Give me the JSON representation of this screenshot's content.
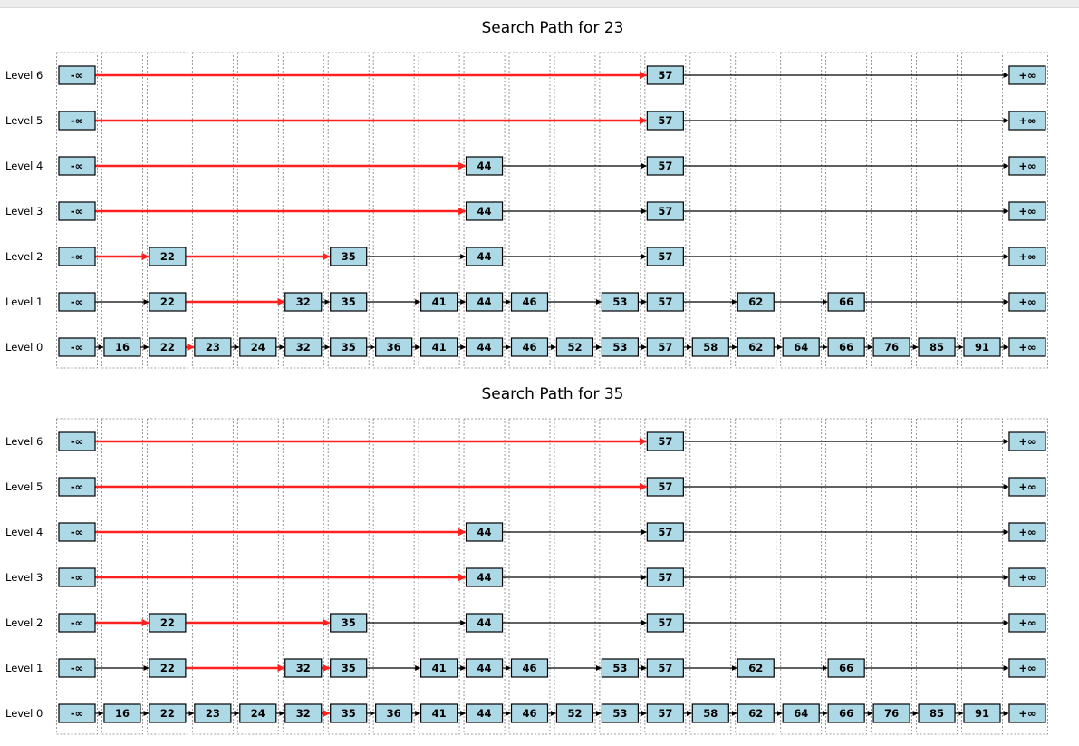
{
  "columns": [
    "-∞",
    "16",
    "22",
    "23",
    "24",
    "32",
    "35",
    "36",
    "41",
    "44",
    "46",
    "52",
    "53",
    "57",
    "58",
    "62",
    "64",
    "66",
    "76",
    "85",
    "91",
    "+∞"
  ],
  "levels": [
    {
      "label": "Level 6",
      "keys": [
        "-∞",
        "57",
        "+∞"
      ]
    },
    {
      "label": "Level 5",
      "keys": [
        "-∞",
        "57",
        "+∞"
      ]
    },
    {
      "label": "Level 4",
      "keys": [
        "-∞",
        "44",
        "57",
        "+∞"
      ]
    },
    {
      "label": "Level 3",
      "keys": [
        "-∞",
        "44",
        "57",
        "+∞"
      ]
    },
    {
      "label": "Level 2",
      "keys": [
        "-∞",
        "22",
        "35",
        "44",
        "57",
        "+∞"
      ]
    },
    {
      "label": "Level 1",
      "keys": [
        "-∞",
        "22",
        "32",
        "35",
        "41",
        "44",
        "46",
        "53",
        "57",
        "62",
        "66",
        "+∞"
      ]
    },
    {
      "label": "Level 0",
      "keys": [
        "-∞",
        "16",
        "22",
        "23",
        "24",
        "32",
        "35",
        "36",
        "41",
        "44",
        "46",
        "52",
        "53",
        "57",
        "58",
        "62",
        "64",
        "66",
        "76",
        "85",
        "91",
        "+∞"
      ]
    }
  ],
  "panels": [
    {
      "title": "Search Path for 23",
      "search_key": 23,
      "path_edges": [
        {
          "level": "Level 6",
          "from": "-∞",
          "to": "57"
        },
        {
          "level": "Level 5",
          "from": "-∞",
          "to": "57"
        },
        {
          "level": "Level 4",
          "from": "-∞",
          "to": "44"
        },
        {
          "level": "Level 3",
          "from": "-∞",
          "to": "44"
        },
        {
          "level": "Level 2",
          "from": "-∞",
          "to": "22"
        },
        {
          "level": "Level 2",
          "from": "22",
          "to": "35"
        },
        {
          "level": "Level 1",
          "from": "22",
          "to": "32"
        },
        {
          "level": "Level 0",
          "from": "22",
          "to": "23"
        }
      ]
    },
    {
      "title": "Search Path for 35",
      "search_key": 35,
      "path_edges": [
        {
          "level": "Level 6",
          "from": "-∞",
          "to": "57"
        },
        {
          "level": "Level 5",
          "from": "-∞",
          "to": "57"
        },
        {
          "level": "Level 4",
          "from": "-∞",
          "to": "44"
        },
        {
          "level": "Level 3",
          "from": "-∞",
          "to": "44"
        },
        {
          "level": "Level 2",
          "from": "-∞",
          "to": "22"
        },
        {
          "level": "Level 2",
          "from": "22",
          "to": "35"
        },
        {
          "level": "Level 1",
          "from": "22",
          "to": "32"
        },
        {
          "level": "Level 1",
          "from": "32",
          "to": "35"
        },
        {
          "level": "Level 0",
          "from": "32",
          "to": "35"
        }
      ]
    }
  ],
  "colors": {
    "node_fill": "#add8e6",
    "path": "#ff2020",
    "edge": "#000000"
  }
}
